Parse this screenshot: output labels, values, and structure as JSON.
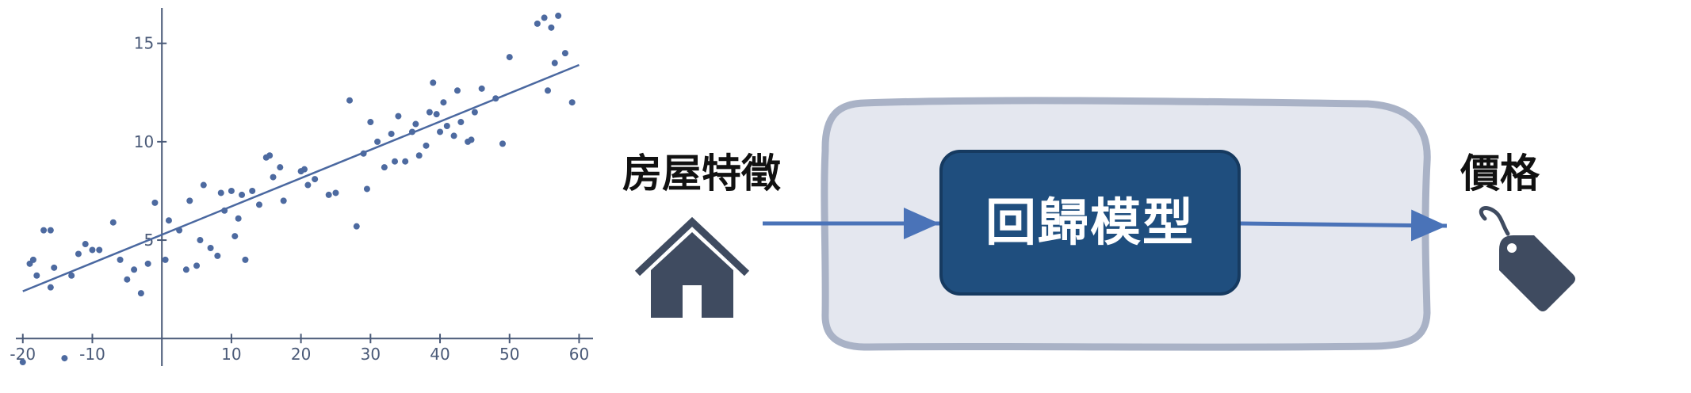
{
  "chart_data": {
    "type": "scatter",
    "title": "",
    "xlabel": "",
    "ylabel": "",
    "xlim": [
      -21,
      62
    ],
    "ylim": [
      -1.4,
      16.8
    ],
    "x_ticks": [
      -20,
      -10,
      10,
      20,
      30,
      40,
      50,
      60
    ],
    "y_ticks": [
      5,
      10,
      15
    ],
    "grid": false,
    "points": [
      [
        -20,
        -1.2
      ],
      [
        -14,
        -1.0
      ],
      [
        -19,
        3.8
      ],
      [
        -18.5,
        4.0
      ],
      [
        -17,
        5.5
      ],
      [
        -16,
        5.5
      ],
      [
        -18,
        3.2
      ],
      [
        -16,
        2.6
      ],
      [
        -15.5,
        3.6
      ],
      [
        -13,
        3.2
      ],
      [
        -12,
        4.3
      ],
      [
        -11,
        4.8
      ],
      [
        -10,
        4.5
      ],
      [
        -9,
        4.5
      ],
      [
        -7,
        5.9
      ],
      [
        -6,
        4.0
      ],
      [
        -5,
        3.0
      ],
      [
        -4,
        3.5
      ],
      [
        -3,
        2.3
      ],
      [
        -2,
        3.8
      ],
      [
        -1,
        6.9
      ],
      [
        0.5,
        4.0
      ],
      [
        1,
        6.0
      ],
      [
        2.5,
        5.5
      ],
      [
        3.5,
        3.5
      ],
      [
        4,
        7.0
      ],
      [
        5,
        3.7
      ],
      [
        5.5,
        5.0
      ],
      [
        6,
        7.8
      ],
      [
        7,
        4.6
      ],
      [
        8,
        4.2
      ],
      [
        8.5,
        7.4
      ],
      [
        9,
        6.5
      ],
      [
        10,
        7.5
      ],
      [
        10.5,
        5.2
      ],
      [
        11,
        6.1
      ],
      [
        11.5,
        7.3
      ],
      [
        12,
        4.0
      ],
      [
        13,
        7.5
      ],
      [
        14,
        6.8
      ],
      [
        15,
        9.2
      ],
      [
        15.5,
        9.3
      ],
      [
        16,
        8.2
      ],
      [
        17,
        8.7
      ],
      [
        17.5,
        7.0
      ],
      [
        20,
        8.5
      ],
      [
        20.5,
        8.6
      ],
      [
        21,
        7.8
      ],
      [
        22,
        8.1
      ],
      [
        24,
        7.3
      ],
      [
        25,
        7.4
      ],
      [
        27,
        12.1
      ],
      [
        28,
        5.7
      ],
      [
        29,
        9.4
      ],
      [
        29.5,
        7.6
      ],
      [
        30,
        11.0
      ],
      [
        31,
        10.0
      ],
      [
        32,
        8.7
      ],
      [
        33,
        10.4
      ],
      [
        33.5,
        9.0
      ],
      [
        34,
        11.3
      ],
      [
        35,
        9.0
      ],
      [
        36,
        10.5
      ],
      [
        36.5,
        10.9
      ],
      [
        37,
        9.3
      ],
      [
        38,
        9.8
      ],
      [
        38.5,
        11.5
      ],
      [
        39,
        13.0
      ],
      [
        39.5,
        11.4
      ],
      [
        40,
        10.5
      ],
      [
        40.5,
        12.0
      ],
      [
        41,
        10.8
      ],
      [
        42,
        10.3
      ],
      [
        42.5,
        12.6
      ],
      [
        43,
        11.0
      ],
      [
        44,
        10.0
      ],
      [
        44.5,
        10.1
      ],
      [
        45,
        11.5
      ],
      [
        46,
        12.7
      ],
      [
        48,
        12.2
      ],
      [
        49,
        9.9
      ],
      [
        50,
        14.3
      ],
      [
        54,
        16.0
      ],
      [
        55,
        16.3
      ],
      [
        55.5,
        12.6
      ],
      [
        56,
        15.8
      ],
      [
        56.5,
        14.0
      ],
      [
        57,
        16.4
      ],
      [
        58,
        14.5
      ],
      [
        59,
        12.0
      ]
    ],
    "fit_line": {
      "from": [
        -20,
        2.4
      ],
      "to": [
        60,
        13.9
      ]
    }
  },
  "diagram": {
    "input_label": "房屋特徵",
    "model_label": "回歸模型",
    "output_label": "價格"
  },
  "icons": {
    "input": "house-icon",
    "output": "price-tag-icon"
  },
  "colors": {
    "axis": "#4a5a78",
    "points": "#4d6aa0",
    "fit_line": "#4a68a0",
    "arrow": "#4a73b8",
    "model_box": "#1f4e7e",
    "container_fill": "#e4e7ef",
    "container_stroke": "#a9b2c6",
    "icon": "#3f4b60"
  }
}
